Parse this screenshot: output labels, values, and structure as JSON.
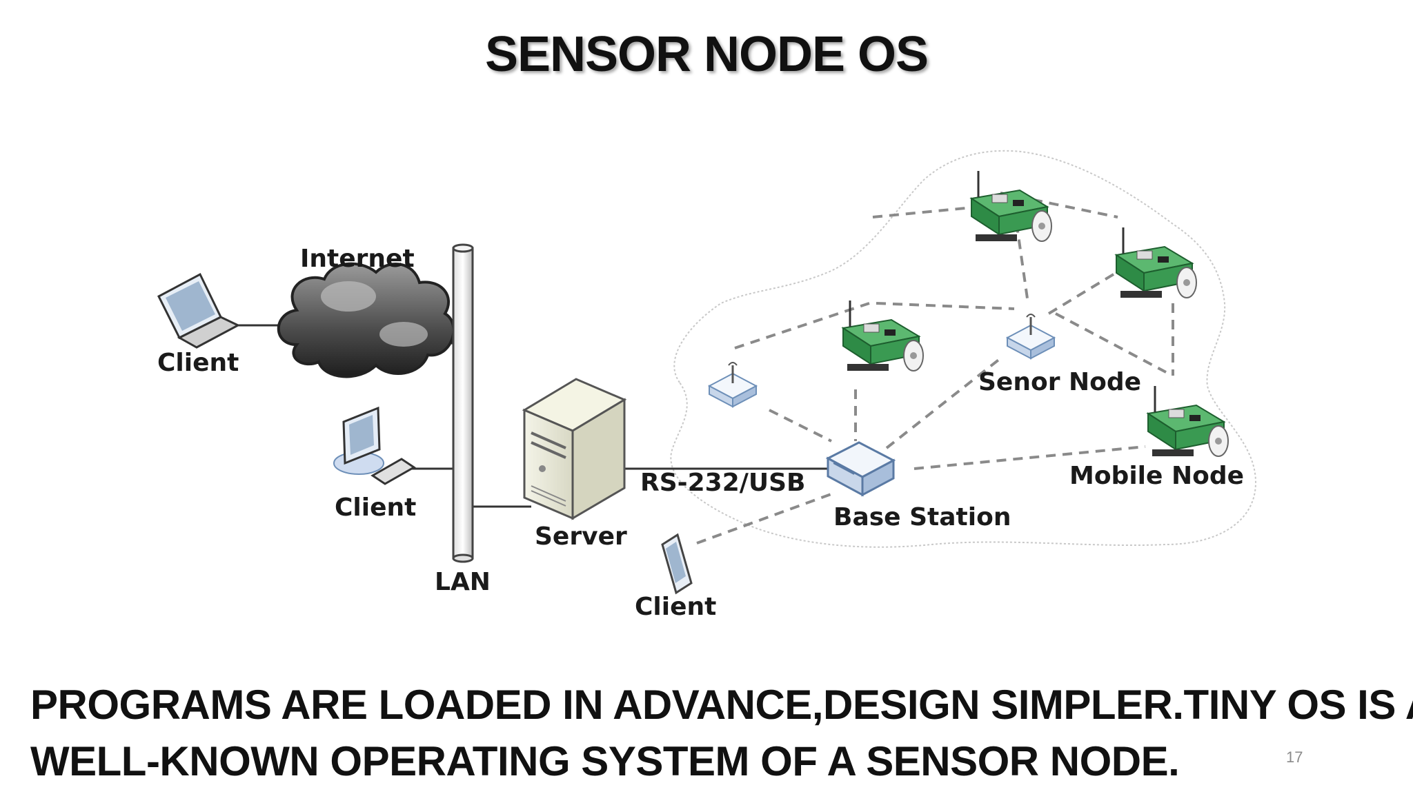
{
  "slide": {
    "title": "SENSOR NODE OS",
    "body_lines": [
      "PROGRAMS ARE LOADED IN ADVANCE,DESIGN SIMPLER.TINY OS IS A",
      "WELL-KNOWN OPERATING SYSTEM OF A SENSOR NODE."
    ],
    "slide_number": "17"
  },
  "diagram": {
    "labels": {
      "internet": "Internet",
      "client_laptop": "Client",
      "client_desktop": "Client",
      "lan": "LAN",
      "server": "Server",
      "rs232": "RS-232/USB",
      "client_phone": "Client",
      "base_station": "Base Station",
      "sensor_node": "Senor Node",
      "mobile_node": "Mobile Node"
    },
    "colors": {
      "board": "#2e8b46",
      "line": "#333333",
      "dashed": "#8a8a8a"
    }
  }
}
